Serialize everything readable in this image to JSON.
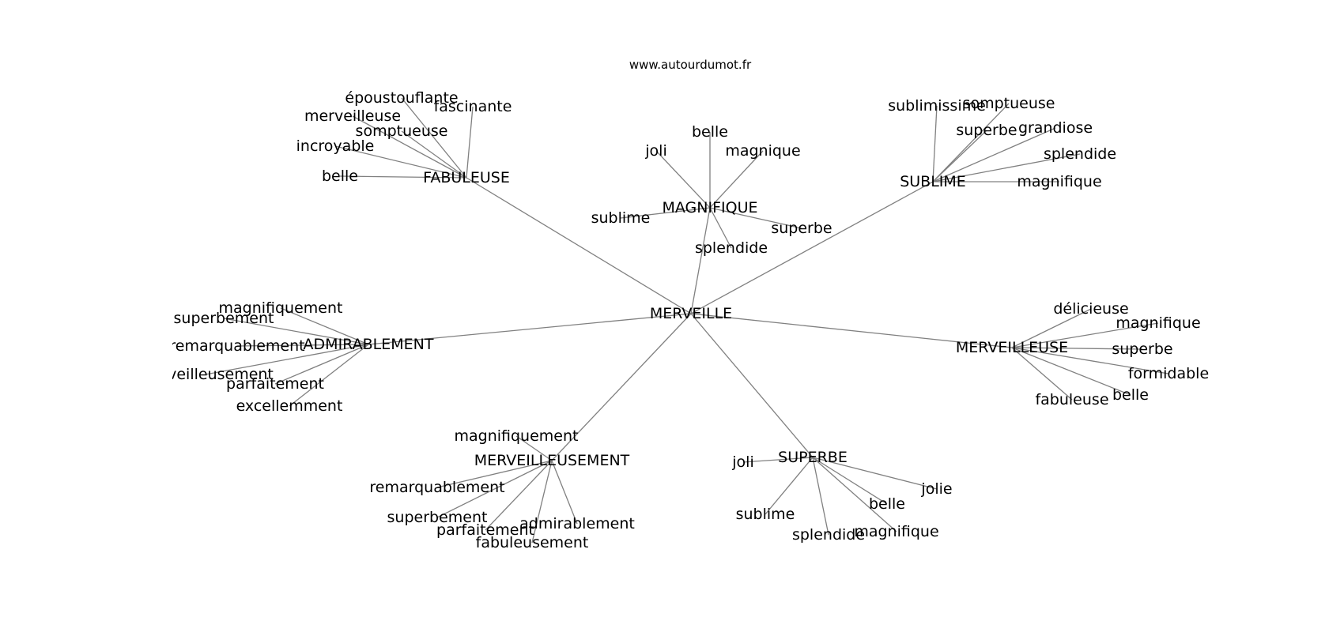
{
  "site_url": "www.autourdumot.fr",
  "center": "MERVEILLE",
  "hubs": [
    {
      "label": "FABULEUSE",
      "synonyms": [
        "époustouflante",
        "fascinante",
        "merveilleuse",
        "somptueuse",
        "incroyable",
        "belle"
      ]
    },
    {
      "label": "MAGNIFIQUE",
      "synonyms": [
        "belle",
        "joli",
        "magnique",
        "sublime",
        "superbe",
        "splendide"
      ]
    },
    {
      "label": "SUBLIME",
      "synonyms": [
        "sublimissime",
        "somptueuse",
        "superbe",
        "grandiose",
        "splendide",
        "magnifique"
      ]
    },
    {
      "label": "ADMIRABLEMENT",
      "synonyms": [
        "magnifiquement",
        "superbement",
        "remarquablement",
        "merveilleusement",
        "parfaitement",
        "excellemment"
      ]
    },
    {
      "label": "MERVEILLEUSE",
      "synonyms": [
        "délicieuse",
        "magnifique",
        "superbe",
        "formidable",
        "belle",
        "fabuleuse"
      ]
    },
    {
      "label": "MERVEILLEUSEMENT",
      "synonyms": [
        "magnifiquement",
        "remarquablement",
        "superbement",
        "parfaitement",
        "admirablement",
        "fabuleusement"
      ]
    },
    {
      "label": "SUPERBE",
      "synonyms": [
        "joli",
        "jolie",
        "belle",
        "sublime",
        "splendide",
        "magnifique"
      ]
    }
  ]
}
